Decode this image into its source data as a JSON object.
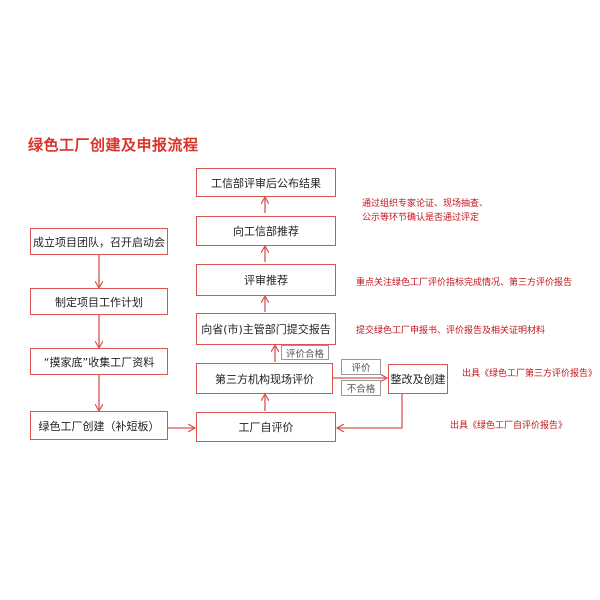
{
  "title": "绿色工厂创建及申报流程",
  "colors": {
    "accent": "#d9342b",
    "box_border": "#d9534f",
    "arrow": "#d9534f",
    "note_text": "#c0141b"
  },
  "left_column": [
    "成立项目团队，召开启动会",
    "制定项目工作计划",
    "“摸家底”收集工厂资料",
    "绿色工厂创建（补短板）"
  ],
  "center_column": [
    "工信部评审后公布结果",
    "向工信部推荐",
    "评审推荐",
    "向省(市)主管部门提交报告",
    "第三方机构现场评价",
    "工厂自评价"
  ],
  "right_box": "整改及创建",
  "decision": {
    "pass": "评价合格",
    "evaluate": "评价",
    "fail": "不合格"
  },
  "notes": {
    "publish_line1": "通过组织专家论证、现场抽查、",
    "publish_line2": "公示等环节确认是否通过评定",
    "review_focus": "重点关注绿色工厂评价指标完成情况、第三方评价报告",
    "submit_materials": "提交绿色工厂申报书、评价报告及相关证明材料",
    "third_party_report": "出具《绿色工厂第三方评价报告》",
    "self_report": "出具《绿色工厂自评价报告》"
  }
}
